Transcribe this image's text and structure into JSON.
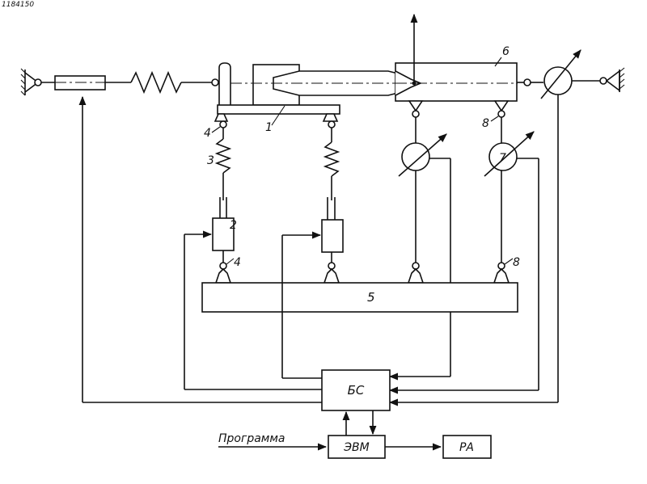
{
  "labels": {
    "part1": "1",
    "part2": "2",
    "part3": "3",
    "part4_top": "4",
    "part4_bottom": "4",
    "part5": "5",
    "part6": "6",
    "part7": "7",
    "part8_top": "8",
    "part8_bottom": "8"
  },
  "blocks": {
    "bs": "БС",
    "evm": "ЭВМ",
    "ra": "РА"
  },
  "program_label": "Программа",
  "corner_code": "1184150"
}
